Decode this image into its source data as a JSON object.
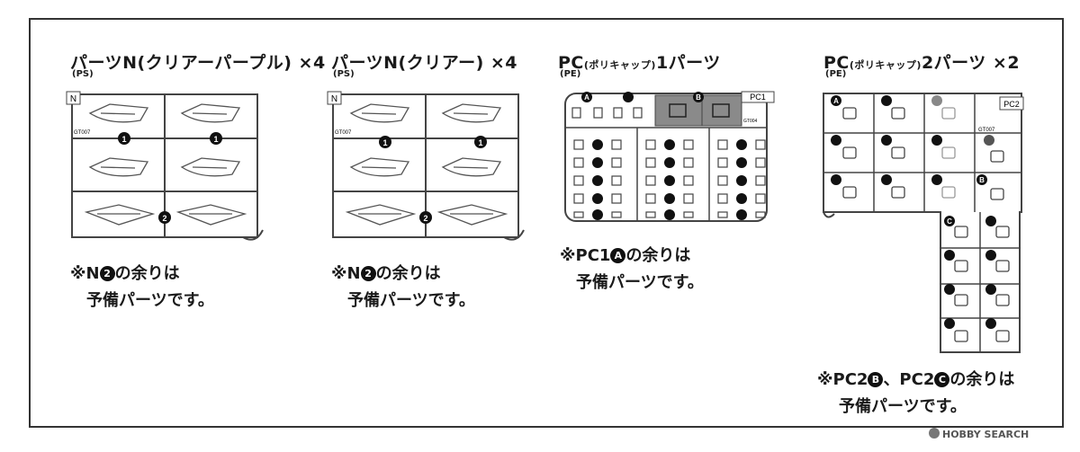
{
  "sections": [
    {
      "title_main": "パーツN(クリアーパープル)",
      "title_qty": "×4",
      "material": "(PS)",
      "sprue_tag": "N",
      "code": "GT007",
      "part_labels": [
        "1",
        "1",
        "2"
      ],
      "note_prefix": "※N",
      "note_circle": "2",
      "note_suffix": "の余りは",
      "note_line2": "予備パーツです。"
    },
    {
      "title_main": "パーツN(クリアー)",
      "title_qty": "×4",
      "material": "(PS)",
      "sprue_tag": "N",
      "code": "GT007",
      "part_labels": [
        "1",
        "1",
        "2"
      ],
      "note_prefix": "※N",
      "note_circle": "2",
      "note_suffix": "の余りは",
      "note_line2": "予備パーツです。"
    },
    {
      "title_main": "PC",
      "title_small": "(ポリキャップ)",
      "title_tail": "1パーツ",
      "material": "(PE)",
      "sprue_tag": "PC1",
      "code": "GT004",
      "part_labels": [
        "A",
        "B"
      ],
      "note_prefix": "※PC1",
      "note_circle": "A",
      "note_suffix": "の余りは",
      "note_line2": "予備パーツです。"
    },
    {
      "title_main": "PC",
      "title_small": "(ポリキャップ)",
      "title_tail": "2パーツ",
      "title_qty": "×2",
      "material": "(PE)",
      "sprue_tag": "PC2",
      "code": "GT007",
      "part_labels": [
        "A",
        "B",
        "C"
      ],
      "note_prefix": "※PC2",
      "note_circle": "B",
      "note_mid": "、PC2",
      "note_circle2": "C",
      "note_suffix": "の余りは",
      "note_line2": "予備パーツです。"
    }
  ],
  "watermark": "HOBBY SEARCH"
}
